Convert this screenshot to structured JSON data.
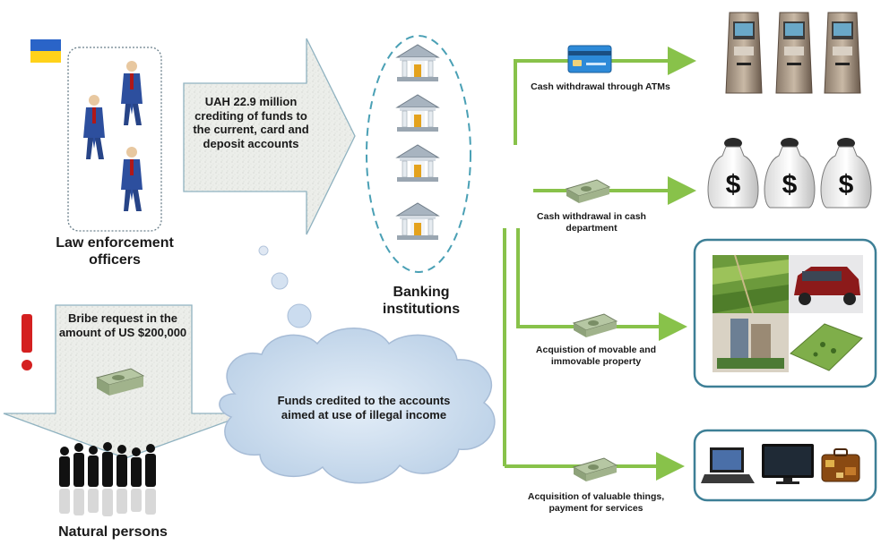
{
  "labels": {
    "law_enforcement": "Law enforcement officers",
    "crediting": "UAH 22.9 million crediting of funds to the current, card and deposit accounts",
    "banking": "Banking institutions",
    "bribe": "Bribe request in the amount of US $200,000",
    "natural_persons": "Natural persons",
    "funds_cloud": "Funds credited to the accounts aimed at use of illegal income",
    "atm_withdrawal": "Cash withdrawal through ATMs",
    "cash_department": "Cash withdrawal in cash department",
    "property": "Acquistion of movable and immovable property",
    "valuables": "Acquisition of valuable things, payment for services"
  },
  "bag_symbol": "$",
  "colors": {
    "flow_arrow": "#88c24a",
    "dashed_border": "#4aa0b5",
    "panel_border": "#3d7f96",
    "cloud_fill": "#c8dcef",
    "big_arrow_fill": "#eceeea",
    "exclamation": "#d42020",
    "flag_top": "#2a64c8",
    "flag_bottom": "#ffd21a"
  },
  "icons": {
    "flag": "ukraine-flag-icon",
    "officer": "officer-figure-icon",
    "bank": "bank-building-icon",
    "atm": "atm-machine-icon",
    "money_bag": "money-bag-icon",
    "card": "credit-card-icon",
    "cash": "cash-stack-icon",
    "exclamation": "exclamation-icon",
    "crowd": "people-silhouette-icon",
    "laptop": "laptop-icon",
    "tv": "tv-monitor-icon",
    "suitcase": "suitcase-icon"
  }
}
